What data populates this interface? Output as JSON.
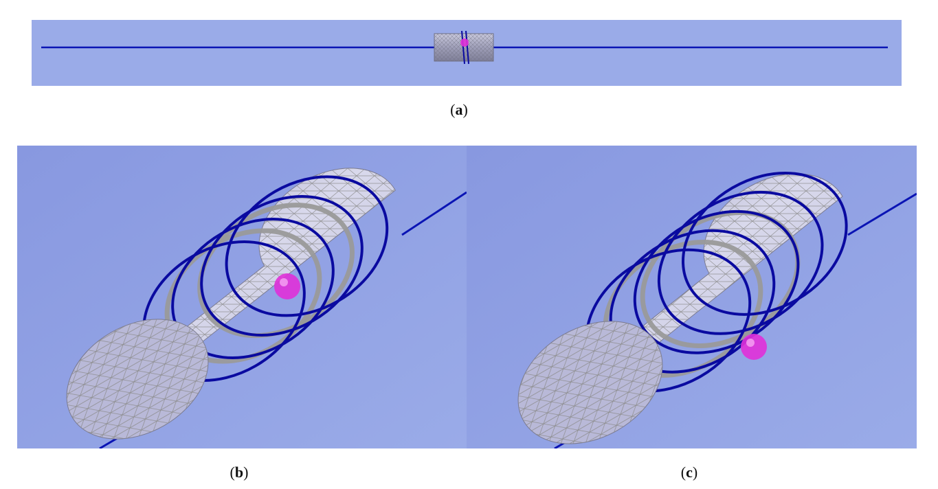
{
  "figure": {
    "panels": [
      {
        "id": "a",
        "letter": "a",
        "caption_open": "(",
        "caption_close": ")"
      },
      {
        "id": "b",
        "letter": "b",
        "caption_open": "(",
        "caption_close": ")"
      },
      {
        "id": "c",
        "letter": "c",
        "caption_open": "(",
        "caption_close": ")"
      }
    ]
  },
  "colors": {
    "background": "#9aabe8",
    "background_dark": "#8898e0",
    "wire": "#0a14b4",
    "coil": "#0a0aa0",
    "cylinder_light": "#d9d9ec",
    "cylinder_mid": "#b9b9d8",
    "cylinder_dark": "#8f8fb3",
    "mesh_line": "#8c8c8c",
    "ring": "#9a9a9a",
    "marker": "#e030d8"
  }
}
